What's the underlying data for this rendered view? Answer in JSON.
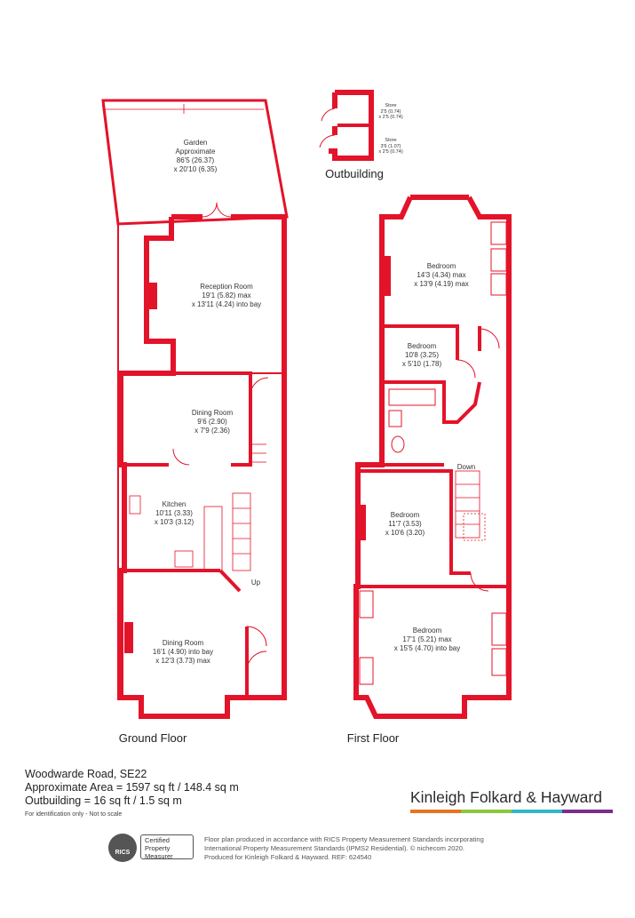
{
  "outbuilding": {
    "title": "Outbuilding",
    "store1": {
      "name": "Store",
      "dim1": "2'5 (0.74)",
      "dim2": "x 2'5 (0.74)"
    },
    "store2": {
      "name": "Store",
      "dim1": "3'6 (1.07)",
      "dim2": "x 2'5 (0.74)"
    }
  },
  "ground_floor": {
    "title": "Ground Floor",
    "garden": {
      "name": "Garden",
      "l1": "Approximate",
      "l2": "86'5 (26.37)",
      "l3": "x 20'10 (6.35)"
    },
    "reception": {
      "name": "Reception Room",
      "l1": "19'1 (5.82) max",
      "l2": "x 13'11 (4.24) into bay"
    },
    "dining_rear": {
      "name": "Dining Room",
      "l1": "9'6 (2.90)",
      "l2": "x 7'9 (2.36)"
    },
    "kitchen": {
      "name": "Kitchen",
      "l1": "10'11 (3.33)",
      "l2": "x 10'3 (3.12)"
    },
    "dining_front": {
      "name": "Dining Room",
      "l1": "16'1 (4.90) into bay",
      "l2": "x 12'3 (3.73) max"
    },
    "up": "Up"
  },
  "first_floor": {
    "title": "First Floor",
    "bed_rear": {
      "name": "Bedroom",
      "l1": "14'3 (4.34) max",
      "l2": "x 13'9 (4.19) max"
    },
    "bed_small": {
      "name": "Bedroom",
      "l1": "10'8 (3.25)",
      "l2": "x 5'10 (1.78)"
    },
    "bed_mid": {
      "name": "Bedroom",
      "l1": "11'7 (3.53)",
      "l2": "x 10'6 (3.20)"
    },
    "bed_front": {
      "name": "Bedroom",
      "l1": "17'1 (5.21) max",
      "l2": "x 15'5 (4.70) into bay"
    },
    "down": "Down"
  },
  "address": {
    "street": "Woodwarde Road, SE22",
    "area": "Approximate Area = 1597 sq ft / 148.4 sq m",
    "outbuilding": "Outbuilding = 16 sq ft / 1.5 sq m",
    "note": "For identification only - Not to scale"
  },
  "brand": {
    "name": "Kinleigh Folkard & Hayward",
    "colors": [
      "#e8741e",
      "#8dc63f",
      "#2fb8c8",
      "#7b2d8e"
    ]
  },
  "rics": {
    "logo_text": "RICS",
    "badge_lines": [
      "Certified",
      "Property",
      "Measurer"
    ]
  },
  "legal": {
    "line1": "Floor plan produced in accordance with RICS Property Measurement Standards incorporating",
    "line2": "International Property Measurement Standards (IPMS2 Residential). © nichecom 2020.",
    "line3": "Produced for Kinleigh Folkard & Hayward.   REF: 624540"
  },
  "colors": {
    "wall": "#e3132a",
    "wall_light": "#f7c9cf"
  }
}
